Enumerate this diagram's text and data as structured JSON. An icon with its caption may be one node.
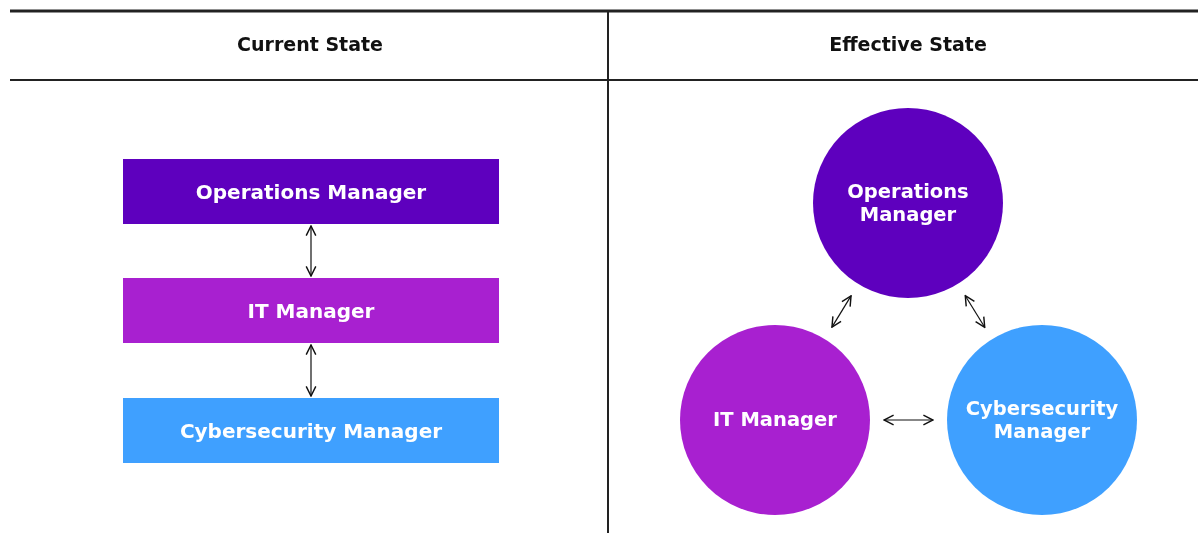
{
  "diagram": {
    "nodes": [
      {
        "text": [
          "Operations Manager"
        ]
      },
      {
        "text": [
          "IT Manager"
        ]
      },
      {
        "text": [
          "Cybersecurity Manager"
        ]
      },
      {
        "text": [
          "Operations Manager"
        ]
      },
      {
        "text": [
          "IT Manager"
        ]
      },
      {
        "text": [
          "Cybersecurity Manager"
        ]
      }
    ],
    "edges": [
      {
        "from": 0,
        "to": 1,
        "arrow": "both"
      },
      {
        "from": 1,
        "to": 2,
        "arrow": "both"
      },
      {
        "from": 3,
        "to": 4,
        "arrow": "both"
      },
      {
        "from": 3,
        "to": 5,
        "arrow": "both"
      },
      {
        "from": 4,
        "to": 5,
        "arrow": "both"
      }
    ],
    "labels": [
      "Current State",
      "Effective State"
    ]
  }
}
